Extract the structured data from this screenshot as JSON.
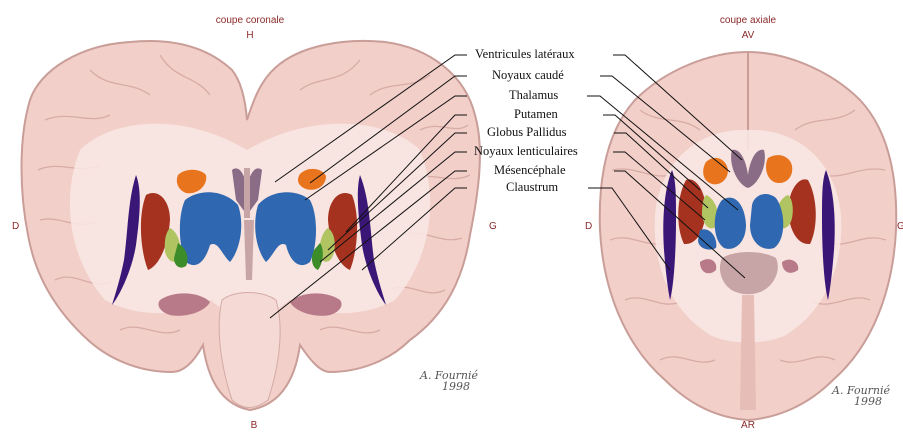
{
  "coronal": {
    "title": "coupe coronale",
    "top": "H",
    "bottom": "B",
    "left": "D",
    "right": "G"
  },
  "axial": {
    "title": "coupe axiale",
    "top": "AV",
    "bottom": "AR",
    "left": "D",
    "right": "G"
  },
  "labels": [
    "Ventricules latéraux",
    "Noyaux caudé",
    "Thalamus",
    "Putamen",
    "Globus Pallidus",
    "Noyaux lenticulaires",
    "Mésencéphale",
    "Claustrum"
  ],
  "signature": {
    "name": "A. Fournié",
    "year": "1998"
  },
  "colors": {
    "brain": "#f2cfc8",
    "brain_edge": "#c99d98",
    "white_matter": "#f8e6e2",
    "caudate": "#e8741e",
    "thalamus": "#2f68b0",
    "putamen": "#a5321f",
    "globus_pallidus": "#b1c462",
    "globus_inner": "#3c8c2a",
    "claustrum": "#3a1677",
    "ventricle": "#8a6c86",
    "midbrain": "#c7a4a6",
    "header": "#8b2a2a"
  }
}
